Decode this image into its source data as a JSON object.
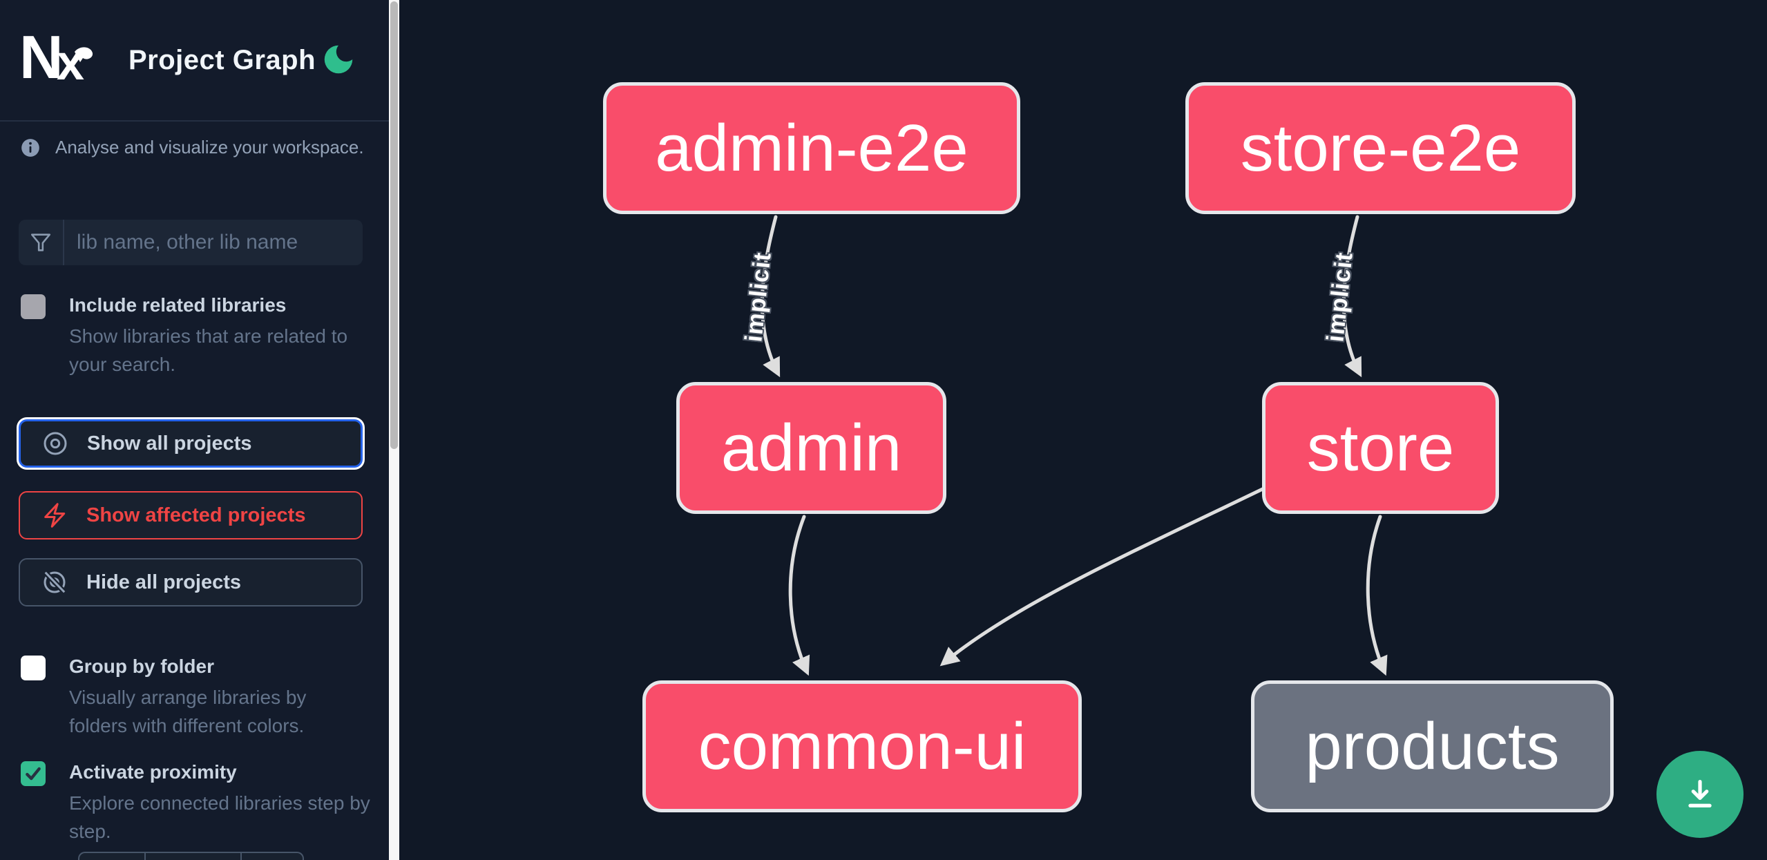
{
  "header": {
    "title": "Project Graph",
    "logo": "nx-logo",
    "theme_toggle_icon": "moon-icon"
  },
  "sidebar": {
    "tagline": "Analyse and visualize your workspace.",
    "search": {
      "placeholder": "lib name, other lib name",
      "value": "",
      "icon": "funnel-icon"
    },
    "checkboxes": [
      {
        "label": "Include related libraries",
        "description": "Show libraries that are related to your search.",
        "checked": false,
        "disabled": true
      },
      {
        "label": "Group by folder",
        "description": "Visually arrange libraries by folders with different colors.",
        "checked": false,
        "disabled": false
      },
      {
        "label": "Activate proximity",
        "description": "Explore connected libraries step by step.",
        "checked": true,
        "disabled": false
      }
    ],
    "buttons": [
      {
        "label": "Show all projects",
        "icon": "eye-icon",
        "state": "focused"
      },
      {
        "label": "Show affected projects",
        "icon": "bolt-icon",
        "state": "danger"
      },
      {
        "label": "Hide all projects",
        "icon": "eye-off-icon",
        "state": "default"
      }
    ]
  },
  "graph": {
    "nodes": [
      {
        "id": "admin-e2e",
        "label": "admin-e2e",
        "color": "#f94d6a"
      },
      {
        "id": "store-e2e",
        "label": "store-e2e",
        "color": "#f94d6a"
      },
      {
        "id": "admin",
        "label": "admin",
        "color": "#f94d6a"
      },
      {
        "id": "store",
        "label": "store",
        "color": "#f94d6a"
      },
      {
        "id": "common-ui",
        "label": "common-ui",
        "color": "#f94d6a"
      },
      {
        "id": "products",
        "label": "products",
        "color": "#6b7280"
      }
    ],
    "edges": [
      {
        "from": "admin-e2e",
        "to": "admin",
        "label": "implicit"
      },
      {
        "from": "store-e2e",
        "to": "store",
        "label": "implicit"
      },
      {
        "from": "admin",
        "to": "common-ui",
        "label": ""
      },
      {
        "from": "store",
        "to": "common-ui",
        "label": ""
      },
      {
        "from": "store",
        "to": "products",
        "label": ""
      }
    ]
  },
  "fab": {
    "icon": "download-icon"
  },
  "colors": {
    "sidebar_bg": "#131b2b",
    "canvas_bg": "#101826",
    "node_pink": "#f94d6a",
    "node_gray": "#6b7280",
    "node_border": "#e5e7eb",
    "edge": "#dedede",
    "focus_blue": "#2563eb",
    "danger_red": "#ef4444",
    "accent_green": "#2fbe8d",
    "checkbox_green": "#34bd90",
    "fab_green": "#2eae83",
    "text_primary": "#cbd5e1",
    "text_muted": "#64748b"
  }
}
